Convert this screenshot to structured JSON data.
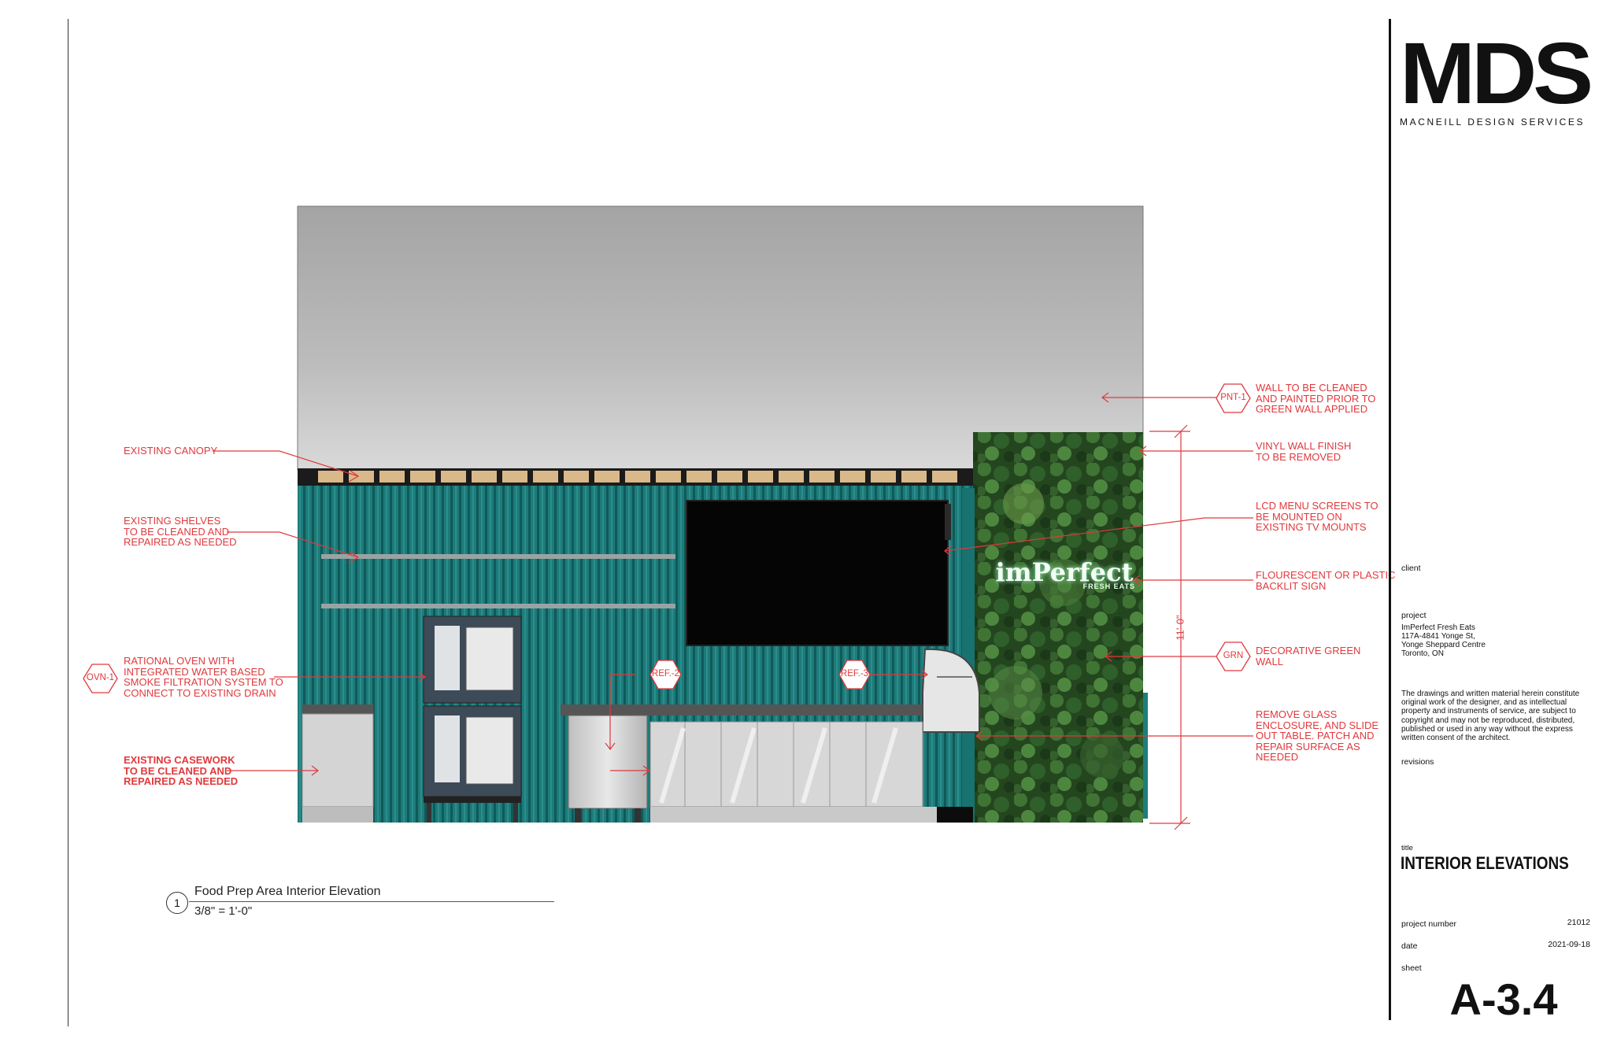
{
  "title_block": {
    "logo_text": "MDS",
    "logo_subtitle": "MACNEILL DESIGN SERVICES",
    "client_label": "client",
    "project_label": "project",
    "project_info": "ImPerfect Fresh Eats\n117A-4841 Yonge St,\nYonge Sheppard Centre\nToronto, ON",
    "disclaimer": "The drawings and written material herein constitute\noriginal work of the designer, and as intellectual\nproperty and instruments of service, are subject to\ncopyright and may not be reproduced, distributed,\npublished or used in any way without the express\nwritten consent of the architect.",
    "revisions_label": "revisions",
    "title_label": "title",
    "sheet_title": "INTERIOR ELEVATIONS",
    "project_number_label": "project number",
    "project_number": "21012",
    "date_label": "date",
    "date": "2021-09-18",
    "sheet_label": "sheet",
    "sheet_number": "A-3.4"
  },
  "drawing": {
    "view_number": "1",
    "view_title": "Food Prep Area Interior Elevation",
    "scale": "3/8\" = 1'-0\"",
    "dimension": "11'-0\"",
    "sign_text": "imPerfect",
    "sign_subtext": "FRESH EATS"
  },
  "tags": {
    "pnt": "PNT-1",
    "grn": "GRN",
    "ovn": "OVN-1",
    "ref2": "REF.-2",
    "ref3": "REF.-3"
  },
  "notes_left": {
    "canopy": "EXISTING CANOPY",
    "shelves": "EXISTING SHELVES\nTO BE CLEANED AND\nREPAIRED AS NEEDED",
    "oven": "RATIONAL OVEN WITH\nINTEGRATED WATER BASED\nSMOKE FILTRATION SYSTEM TO\nCONNECT TO EXISTING DRAIN",
    "casework": "EXISTING CASEWORK\nTO BE CLEANED AND\nREPAIRED AS NEEDED"
  },
  "notes_right": {
    "wall": "WALL TO BE CLEANED\nAND PAINTED PRIOR TO\nGREEN WALL APPLIED",
    "vinyl": "VINYL WALL FINISH\nTO BE REMOVED",
    "lcd": "LCD MENU SCREENS TO\nBE MOUNTED ON\nEXISTING TV MOUNTS",
    "sign": "FLOURESCENT OR PLASTIC\nBACKLIT SIGN",
    "green": "DECORATIVE GREEN\nWALL",
    "glass": "REMOVE GLASS\nENCLOSURE, AND SLIDE\nOUT TABLE. PATCH AND\nREPAIR SURFACE AS\nNEEDED"
  },
  "colors": {
    "annotation_red": "#e0393d",
    "teal_wall": "#1f7f7e",
    "green_wall": "#2f5a2c",
    "ceiling_gray": "#a9a9a9"
  }
}
